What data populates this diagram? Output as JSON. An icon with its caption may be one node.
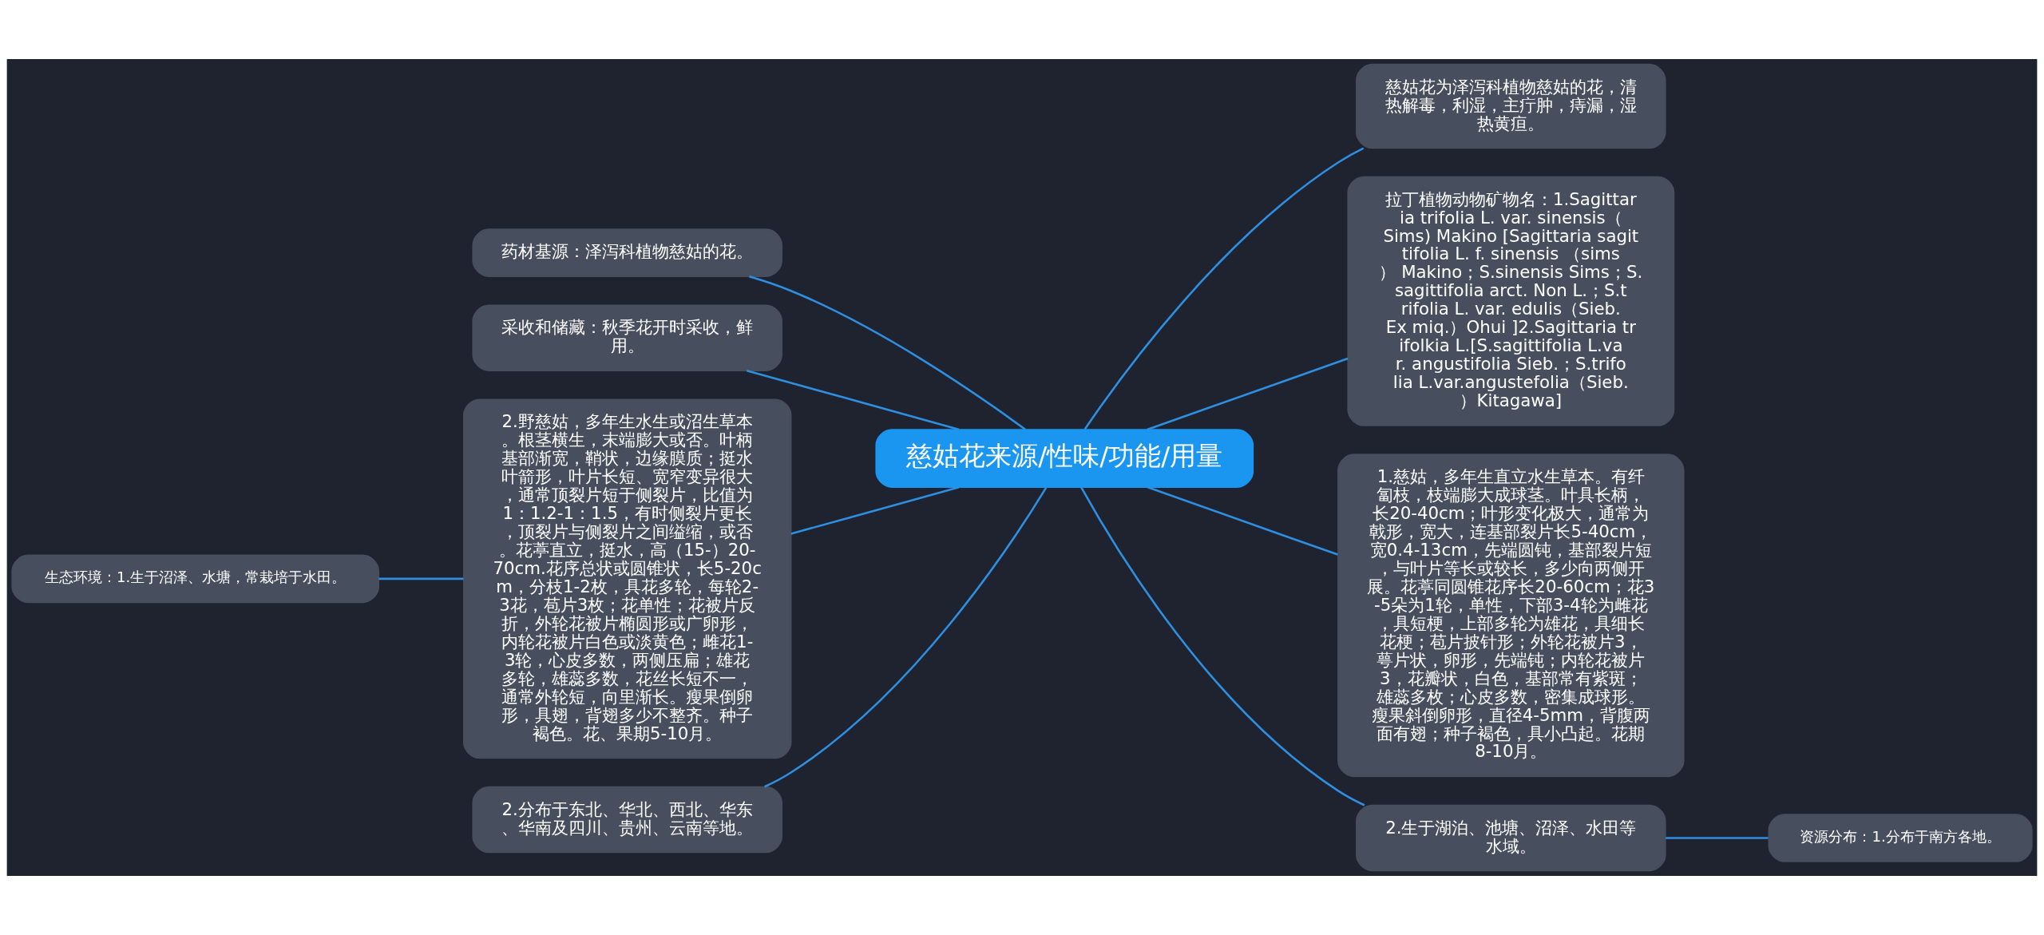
{
  "diagram": {
    "nodes": [
      {
        "text": [
          "慈姑花来源/性味/功能/用量"
        ]
      },
      {
        "text": [
          "慈姑花为泽泻科植物慈姑的花，清热解毒，利湿，主疔肿，痔漏，湿热黄疸。"
        ]
      },
      {
        "text": [
          "拉丁植物动物矿物名：1.Sagittaria trifolia L. var. sinensis（Sims) Makino [Sagittaria sagittifolia L. f. sinensis （sims） Makino；S.sinensis Sims；S.sagittifolia arct. Non L.；S.trifolia L. var. edulis（Sieb. Ex miq.）Ohui ]2.Sagittaria trifolkia L.[S.sagittifolia L.var. angustifolia Sieb.；S.trifolia L.var.angustefolia（Sieb.）Kitagawa]"
        ]
      },
      {
        "text": [
          "1.慈姑，多年生直立水生草本。有纤匐枝，枝端膨大成球茎。叶具长柄，长20-40cm；叶形变化极大，通常为戟形，宽大，连基部裂片长5-40cm，宽0.4-13cm，先端圆钝，基部裂片短，与叶片等长或较长，多少向两侧开展。花葶同圆锥花序长20-60cm；花3-5朵为1轮，单性，下部3-4轮为雌花，具短梗，上部多轮为雄花，具细长花梗；苞片披针形；外轮花被片3，萼片状，卵形，先端钝；内轮花被片3，花瓣状，白色，基部常有紫斑；雄蕊多枚；心皮多数，密集成球形。瘦果斜倒卵形，直径4-5mm，背腹两面有翅；种子褐色，具小凸起。花期8-10月。"
        ]
      },
      {
        "text": [
          "2.生于湖泊、池塘、沼泽、水田等水域。"
        ]
      },
      {
        "text": [
          "资源分布：1.分布于南方各地。"
        ]
      },
      {
        "text": [
          "药材基源：泽泻科植物慈姑的花。"
        ]
      },
      {
        "text": [
          "采收和储藏：秋季花开时采收，鲜用。"
        ]
      },
      {
        "text": [
          "2.野慈姑，多年生水生或沼生草本。根茎横生，末端膨大或否。叶柄基部渐宽，鞘状，边缘膜质；挺水叶箭形，叶片长短、宽窄变异很大，通常顶裂片短于侧裂片，比值为1：1.2-1：1.5，有时侧裂片更长，顶裂片与侧裂片之间缢缩，或否。花葶直立，挺水，高（15-）20-70cm.花序总状或圆锥状，长5-20cm，分枝1-2枚，具花多轮，每轮2-3花，苞片3枚；花单性；花被片反折，外轮花被片椭圆形或广卵形，内轮花被片白色或淡黄色；雌花1-3轮，心皮多数，两侧压扁；雄花多轮，雄蕊多数，花丝长短不一，通常外轮短，向里渐长。瘦果倒卵形，具翅，背翅多少不整齐。种子褐色。花、果期5-10月。"
        ]
      },
      {
        "text": [
          "生态环境：1.生于沼泽、水塘，常栽培于水田。"
        ]
      },
      {
        "text": [
          "2.分布于东北、华北、西北、华东、华南及四川、贵州、云南等地。"
        ]
      }
    ],
    "edges": [
      {
        "from": 0,
        "to": 1,
        "arrow": "none"
      },
      {
        "from": 0,
        "to": 2,
        "arrow": "none"
      },
      {
        "from": 0,
        "to": 3,
        "arrow": "none"
      },
      {
        "from": 0,
        "to": 4,
        "arrow": "none"
      },
      {
        "from": 4,
        "to": 5,
        "arrow": "none"
      },
      {
        "from": 0,
        "to": 6,
        "arrow": "none"
      },
      {
        "from": 0,
        "to": 7,
        "arrow": "none"
      },
      {
        "from": 0,
        "to": 8,
        "arrow": "none"
      },
      {
        "from": 8,
        "to": 9,
        "arrow": "none"
      },
      {
        "from": 0,
        "to": 10,
        "arrow": "none"
      }
    ]
  }
}
